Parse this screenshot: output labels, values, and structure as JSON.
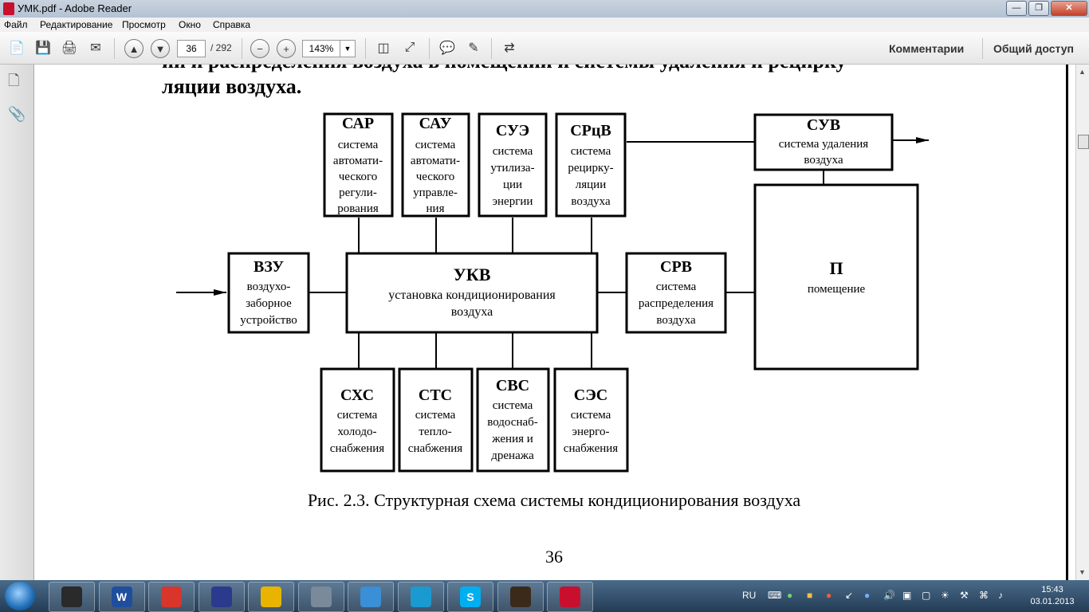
{
  "window": {
    "title": "УМК.pdf - Adobe Reader"
  },
  "menu": [
    "Файл",
    "Редактирование",
    "Просмотр",
    "Окно",
    "Справка"
  ],
  "toolbar": {
    "page_current": "36",
    "page_total": "/ 292",
    "zoom": "143%",
    "comments_label": "Комментарии",
    "share_label": "Общий доступ"
  },
  "document": {
    "top_text_partial": "ии и распределения воздуха в помещении и системы удаления и рецирку-",
    "top_text": "ляции воздуха.",
    "blocks": {
      "sar": {
        "title": "САР",
        "lines": [
          "система",
          "автомати-",
          "ческого",
          "регули-",
          "рования"
        ]
      },
      "sau": {
        "title": "САУ",
        "lines": [
          "система",
          "автомати-",
          "ческого",
          "управле-",
          "ния"
        ]
      },
      "sue": {
        "title": "СУЭ",
        "lines": [
          "система",
          "утилиза-",
          "ции",
          "энергии"
        ]
      },
      "srcv": {
        "title": "СРцВ",
        "lines": [
          "система",
          "рецирку-",
          "ляции",
          "воздуха"
        ]
      },
      "suv": {
        "title": "СУВ",
        "lines": [
          "система удаления",
          "воздуха"
        ]
      },
      "vzu": {
        "title": "ВЗУ",
        "lines": [
          "воздухо-",
          "заборное",
          "устройство"
        ]
      },
      "ukv": {
        "title": "УКВ",
        "lines": [
          "установка кондиционирования",
          "воздуха"
        ]
      },
      "srv": {
        "title": "СРВ",
        "lines": [
          "система",
          "распределения",
          "воздуха"
        ]
      },
      "p": {
        "title": "П",
        "lines": [
          "помещение"
        ]
      },
      "sxs": {
        "title": "СХС",
        "lines": [
          "система",
          "холодо-",
          "снабжения"
        ]
      },
      "sts": {
        "title": "СТС",
        "lines": [
          "система",
          "тепло-",
          "снабжения"
        ]
      },
      "svs": {
        "title": "СВС",
        "lines": [
          "система",
          "водоснаб-",
          "жения и",
          "дренажа"
        ]
      },
      "ses": {
        "title": "СЭС",
        "lines": [
          "система",
          "энерго-",
          "снабжения"
        ]
      }
    },
    "caption": "Рис. 2.3. Структурная схема системы кондиционирования воздуха",
    "page_number": "36"
  },
  "taskbar": {
    "apps": [
      {
        "name": "printer-app",
        "icon": "printer-icon",
        "color": "#2a2a2a"
      },
      {
        "name": "word-app",
        "icon": "word-icon",
        "color": "#1f4e9c",
        "glyph": "W"
      },
      {
        "name": "chrome-app",
        "icon": "chrome-icon",
        "color": "#d9352b"
      },
      {
        "name": "save-app",
        "icon": "floppy-icon",
        "color": "#2b3a8c"
      },
      {
        "name": "archicad-app",
        "icon": "triangle-icon",
        "color": "#e8b400"
      },
      {
        "name": "calculator-app",
        "icon": "calculator-icon",
        "color": "#7a8a9a"
      },
      {
        "name": "image-viewer-app",
        "icon": "picture-icon",
        "color": "#3a8fd6"
      },
      {
        "name": "disc-app",
        "icon": "disc-icon",
        "color": "#1b9ad1"
      },
      {
        "name": "skype-app",
        "icon": "skype-icon",
        "color": "#00aff0",
        "glyph": "S"
      },
      {
        "name": "nvb-app",
        "icon": "nvb-icon",
        "color": "#3b2a1a"
      },
      {
        "name": "adobe-reader-app",
        "icon": "adobe-reader-icon",
        "color": "#c8102e"
      }
    ],
    "lang": "RU",
    "time": "15:43",
    "date": "03.01.2013"
  }
}
